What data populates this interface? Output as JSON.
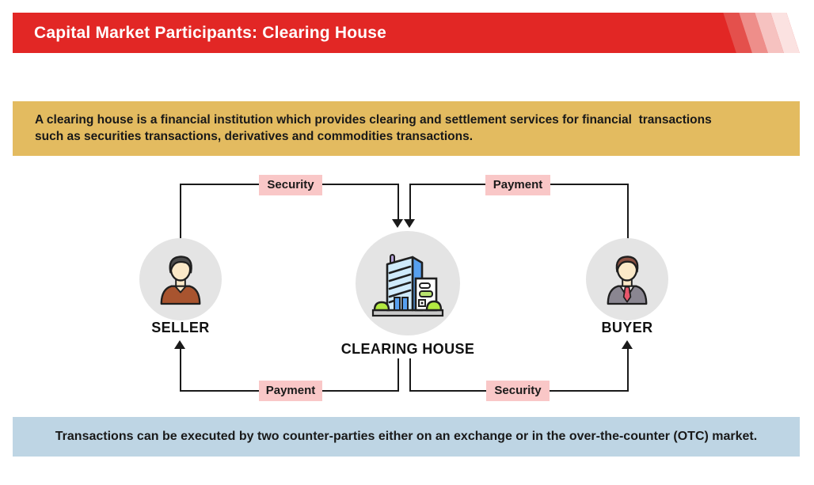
{
  "header": {
    "title": "Capital Market Participants: Clearing House",
    "bg_color": "#e22725",
    "stripe_colors": [
      "#e4504c",
      "#ee8e8a",
      "#f6c2c0",
      "#fbe2e1"
    ],
    "text_color": "#ffffff"
  },
  "info_box": {
    "text": "A clearing house is a financial institution which provides clearing and settlement services for financial  transactions\nsuch as securities transactions, derivatives and commodities transactions.",
    "bg_color": "#e3bb60"
  },
  "diagram": {
    "nodes": {
      "seller": {
        "label": "SELLER",
        "icon": "person-seller-icon"
      },
      "clearing_house": {
        "label": "CLEARING HOUSE",
        "icon": "building-icon"
      },
      "buyer": {
        "label": "BUYER",
        "icon": "person-buyer-icon"
      }
    },
    "flow_labels": {
      "top_left": "Security",
      "top_right": "Payment",
      "bottom_left": "Payment",
      "bottom_right": "Security"
    },
    "flows_described": [
      "Seller sends Security to Clearing House",
      "Buyer sends Payment to Clearing House",
      "Clearing House sends Payment to Seller",
      "Clearing House sends Security to Buyer"
    ],
    "label_bg_color": "#f9c7c7",
    "line_color": "#1a1a1a",
    "node_circle_color": "#e4e4e4"
  },
  "footer": {
    "text": "Transactions can be executed by two counter-parties either on an exchange or in the over-the-counter (OTC) market.",
    "bg_color": "#bed5e4"
  }
}
